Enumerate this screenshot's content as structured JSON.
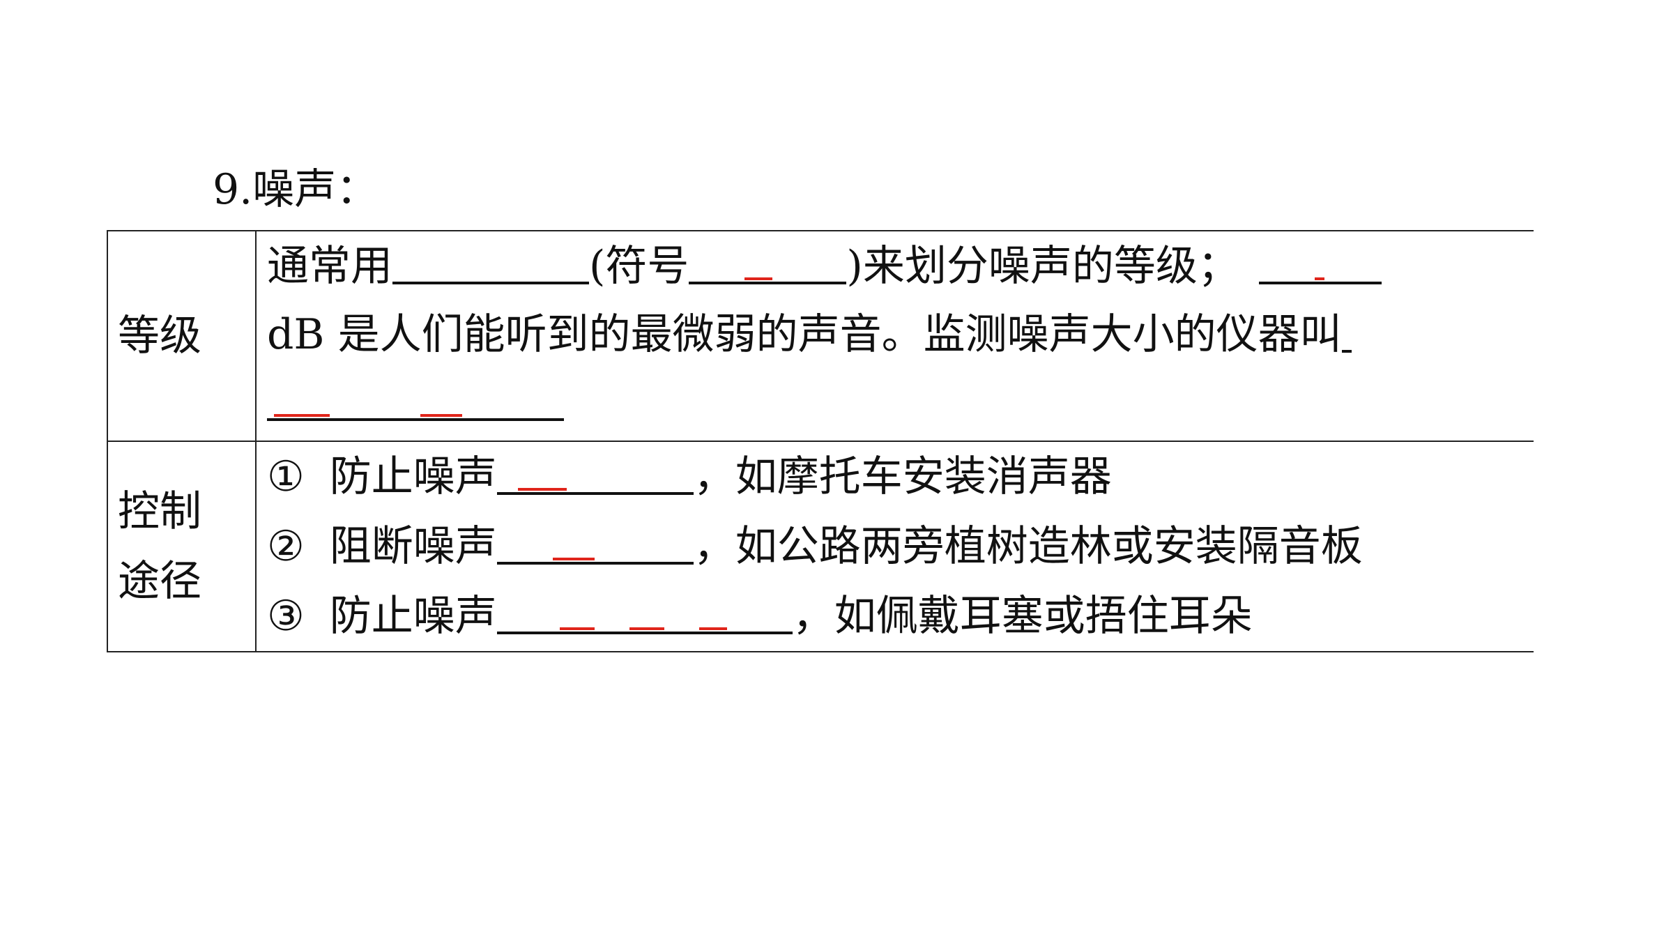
{
  "question": {
    "title": "9.噪声："
  },
  "table": {
    "grade": {
      "label": "等级",
      "line1_part1": "通常用",
      "line1_part2": "(符号",
      "line1_part3": ")来划分噪声的等级；",
      "line2": "dB 是人们能听到的最微弱的声音。监测噪声大小的仪器叫"
    },
    "control": {
      "label_line1": "控制",
      "label_line2": "途径",
      "item1_marker": "①",
      "item1_prefix": "防止噪声",
      "item1_suffix": "，如摩托车安装消声器",
      "item2_marker": "②",
      "item2_prefix": "阻断噪声",
      "item2_suffix": "，如公路两旁植树造林或安装隔音板",
      "item3_marker": "③",
      "item3_prefix": "防止噪声",
      "item3_suffix": "，如佩戴耳塞或捂住耳朵"
    }
  }
}
